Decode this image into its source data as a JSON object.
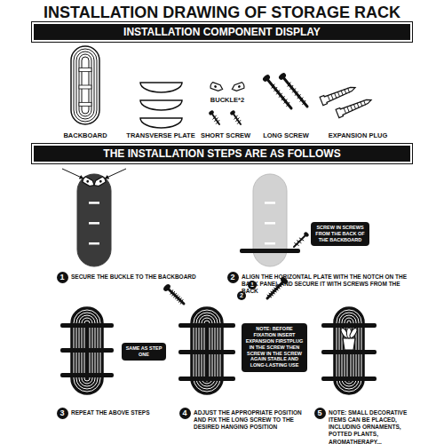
{
  "diagram": {
    "title": "INSTALLATION DRAWING OF STORAGE RACK",
    "nodes": [
      {
        "text": [
          "INSTALLATION COMPONENT DISPLAY"
        ]
      },
      {
        "text": [
          "THE INSTALLATION STEPS ARE AS FOLLOWS"
        ]
      },
      {
        "text": [
          "1"
        ]
      },
      {
        "text": [
          "SCREW IN SCREWS FROM THE BACK OF THE BACKBOARD"
        ]
      },
      {
        "text": [
          "2"
        ]
      },
      {
        "text": [
          "SAME AS STEP ONE"
        ]
      },
      {
        "text": [
          "3"
        ]
      },
      {
        "text": [
          "1"
        ]
      },
      {
        "text": [
          "2"
        ]
      },
      {
        "text": [
          "NOTE: BEFORE FIXATION INSERT EXPANSION FIRSTPLUG IN THE SCREW THEN SCREW IN THE SCREW AGAIN STABLE AND LONG-LASTING USE"
        ]
      },
      {
        "text": [
          "4"
        ]
      },
      {
        "text": [
          "5"
        ]
      }
    ],
    "labels": [
      "BACKBOARD",
      "TRANSVERSE PLATE",
      "BUCKLE*2",
      "SHORT SCREW",
      "LONG SCREW",
      "EXPANSION PLUG",
      "SECURE THE BUCKLE TO THE BACKBOARD",
      "ALIGN THE HORIZONTAL PLATE WITH THE NOTCH ON THE BACK PANEL AND SECURE IT WITH SCREWS FROM THE BACK",
      "REPEAT THE ABOVE STEPS",
      "ADJUST THE APPROPRIATE POSITION AND FIX THE LONG SCREW TO THE DESIRED HANGING POSITION",
      "NOTE: SMALL DECORATIVE ITEMS CAN BE PLACED, INCLUDING ORNAMENTS, POTTED PLANTS, AROMATHERAPY..."
    ]
  }
}
